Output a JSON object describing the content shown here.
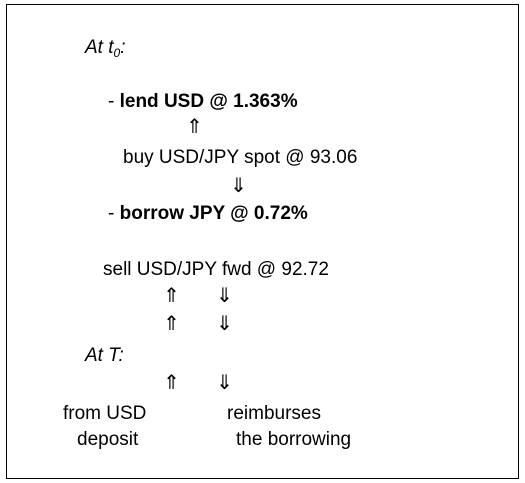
{
  "heading_t0": {
    "prefix": "At t",
    "sub": "0",
    "suffix": ":"
  },
  "line1": {
    "dash": "- ",
    "text": "lend USD @ 1.363%"
  },
  "line2": "buy USD/JPY spot @ 93.06",
  "line3": {
    "dash": "- ",
    "text": "borrow JPY @ 0.72%"
  },
  "line4": "sell USD/JPY fwd @ 92.72",
  "heading_T": {
    "prefix": "At ",
    "var": "T",
    "suffix": ":"
  },
  "left_label": {
    "line1": "from USD",
    "line2": "deposit"
  },
  "right_label": {
    "line1": "reimburses",
    "line2": "the borrowing"
  },
  "arrows": {
    "up": "⇑",
    "down": "⇓"
  }
}
